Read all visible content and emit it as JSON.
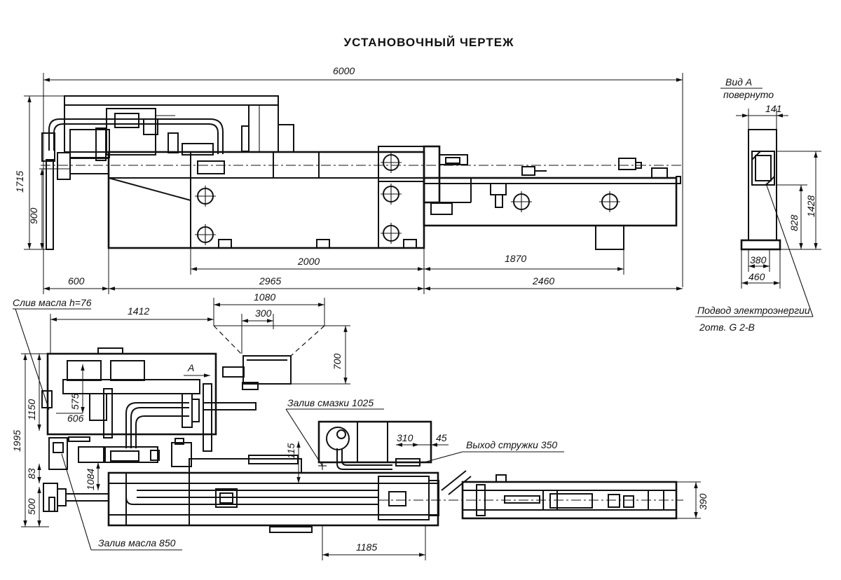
{
  "title": "УСТАНОВОЧНЫЙ ЧЕРТЕЖ",
  "view_a": {
    "title": "Вид А",
    "subtitle": "повернуто",
    "dims": {
      "width_141": "141",
      "height_828": "828",
      "height_1428": "1428",
      "base_380": "380",
      "base_460": "460"
    }
  },
  "front_view": {
    "dims": {
      "overall": "6000",
      "height_1715": "1715",
      "height_900": "900",
      "d_600": "600",
      "d_2965": "2965",
      "d_2000": "2000",
      "d_1870": "1870",
      "d_2460": "2460"
    }
  },
  "plan_view": {
    "dims": {
      "d_1412": "1412",
      "d_1080": "1080",
      "d_300": "300",
      "d_700": "700",
      "d_575": "575",
      "d_606": "606",
      "d_1150": "1150",
      "d_1995": "1995",
      "d_83": "83",
      "d_500": "500",
      "d_1084": "1084",
      "d_115": "115",
      "d_310": "310",
      "d_45": "45",
      "d_1185": "1185",
      "d_390": "390"
    },
    "view_arrow_label": "А"
  },
  "callouts": {
    "oil_drain": "Слив масла  h=76",
    "power_supply": "Подвод электроэнергии",
    "holes": "2отв.  G 2-В",
    "lubricant_fill": "Залив смазки 1025",
    "chip_exit": "Выход стружки 350",
    "oil_fill": "Залив масла 850"
  }
}
